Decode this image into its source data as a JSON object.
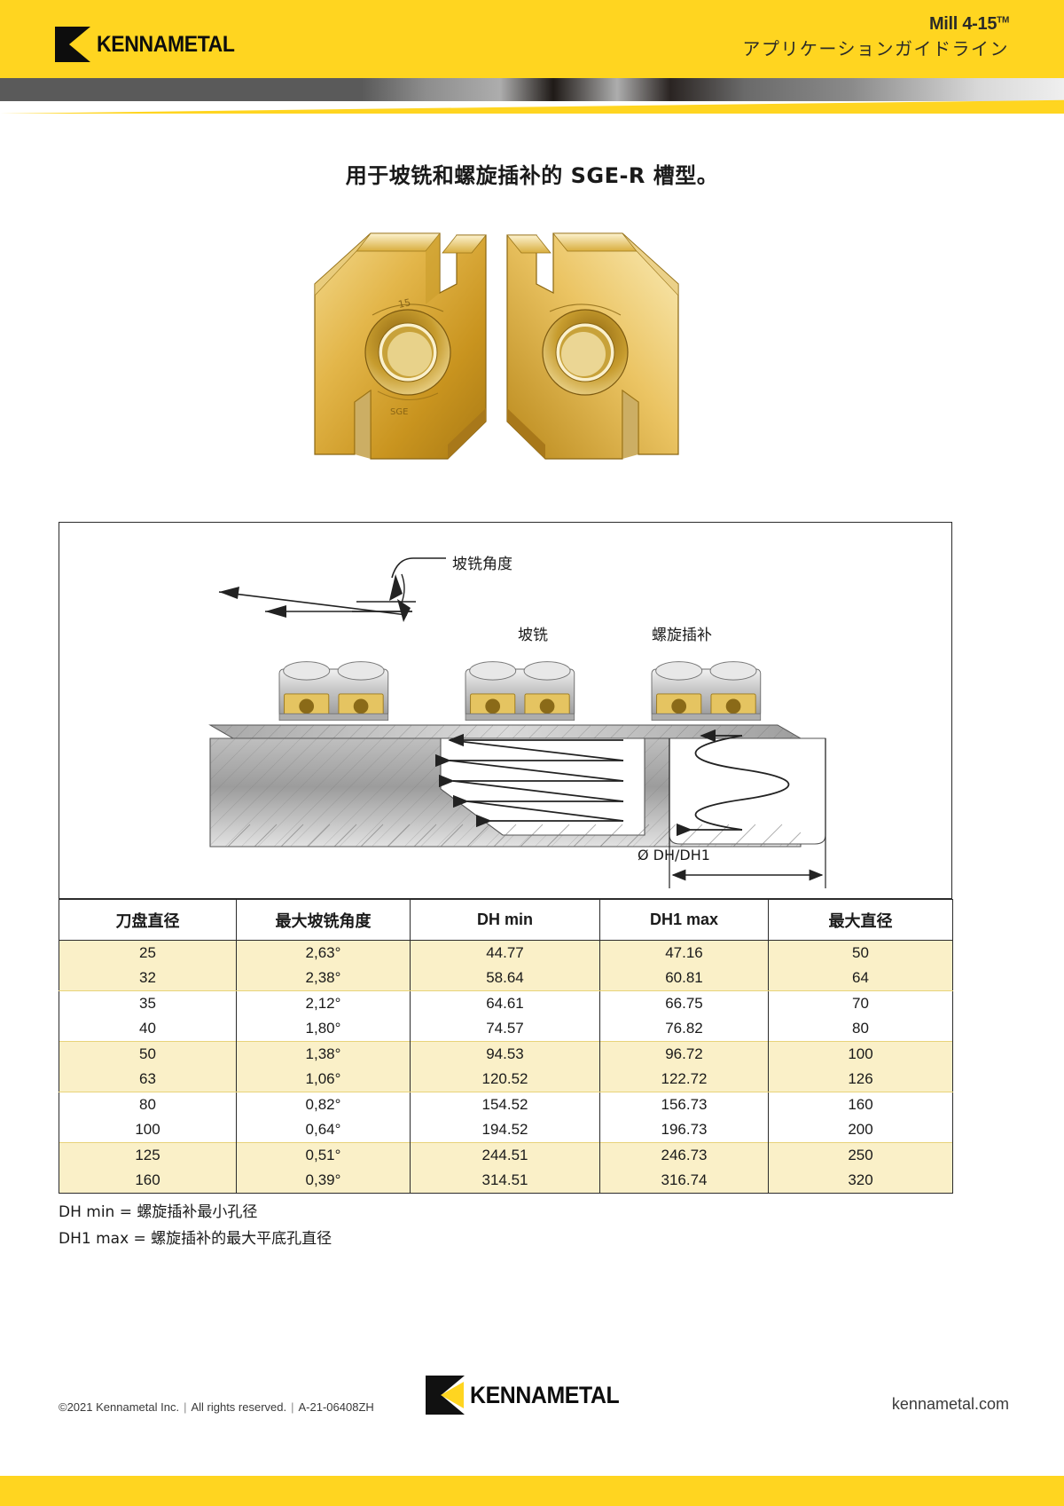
{
  "header": {
    "brand": "KENNAMETAL",
    "brand_mark": "kennametal-k-icon",
    "product_title": "Mill 4-15",
    "trademark": "TM",
    "subtitle": "アプリケーションガイドライン"
  },
  "title": "用于坡铣和螺旋插补的 SGE-R 槽型。",
  "photo": {
    "alt_name": "sge-r-insert-pair-photo",
    "caption": ""
  },
  "diagram": {
    "labels": {
      "ramp_angle": "坡铣角度",
      "ramping": "坡铣",
      "helical": "螺旋插补",
      "diameter": "Ø DH/DH1"
    }
  },
  "table": {
    "headers": [
      "刀盘直径",
      "最大坡铣角度",
      "DH min",
      "DH1 max",
      "最大直径"
    ],
    "rows": [
      {
        "cutter_dia": "25",
        "max_ramp_angle": "2,63°",
        "dh_min": "44.77",
        "dh1_max": "47.16",
        "max_dia": "50"
      },
      {
        "cutter_dia": "32",
        "max_ramp_angle": "2,38°",
        "dh_min": "58.64",
        "dh1_max": "60.81",
        "max_dia": "64"
      },
      {
        "cutter_dia": "35",
        "max_ramp_angle": "2,12°",
        "dh_min": "64.61",
        "dh1_max": "66.75",
        "max_dia": "70"
      },
      {
        "cutter_dia": "40",
        "max_ramp_angle": "1,80°",
        "dh_min": "74.57",
        "dh1_max": "76.82",
        "max_dia": "80"
      },
      {
        "cutter_dia": "50",
        "max_ramp_angle": "1,38°",
        "dh_min": "94.53",
        "dh1_max": "96.72",
        "max_dia": "100"
      },
      {
        "cutter_dia": "63",
        "max_ramp_angle": "1,06°",
        "dh_min": "120.52",
        "dh1_max": "122.72",
        "max_dia": "126"
      },
      {
        "cutter_dia": "80",
        "max_ramp_angle": "0,82°",
        "dh_min": "154.52",
        "dh1_max": "156.73",
        "max_dia": "160"
      },
      {
        "cutter_dia": "100",
        "max_ramp_angle": "0,64°",
        "dh_min": "194.52",
        "dh1_max": "196.73",
        "max_dia": "200"
      },
      {
        "cutter_dia": "125",
        "max_ramp_angle": "0,51°",
        "dh_min": "244.51",
        "dh1_max": "246.73",
        "max_dia": "250"
      },
      {
        "cutter_dia": "160",
        "max_ramp_angle": "0,39°",
        "dh_min": "314.51",
        "dh1_max": "316.74",
        "max_dia": "320"
      }
    ]
  },
  "footnotes": [
    "DH min = 螺旋插补最小孔径",
    "DH1 max = 螺旋插补的最大平底孔直径"
  ],
  "footer": {
    "copyright": "©2021 Kennametal Inc.",
    "rights": "All rights reserved.",
    "doc_code": "A-21-06408ZH",
    "brand": "KENNAMETAL",
    "website": "kennametal.com"
  },
  "colors": {
    "brand_yellow": "#FFD520",
    "row_shade": "#FAF0C8",
    "ink": "#1a1a1a"
  }
}
